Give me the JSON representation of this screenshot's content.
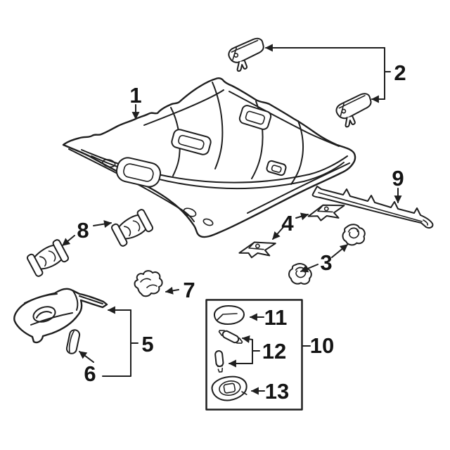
{
  "diagram": {
    "colors": {
      "line": "#1f1f1f",
      "background": "#ffffff",
      "highlight_fill": "#3a63b5",
      "highlight_line": "#142a5e"
    }
  },
  "callouts": [
    {
      "label": "1"
    },
    {
      "label": "2"
    },
    {
      "label": "3"
    },
    {
      "label": "4"
    },
    {
      "label": "5"
    },
    {
      "label": "6"
    },
    {
      "label": "7"
    },
    {
      "label": "8"
    },
    {
      "label": "9"
    },
    {
      "label": "10"
    },
    {
      "label": "11"
    },
    {
      "label": "12"
    },
    {
      "label": "13"
    }
  ]
}
